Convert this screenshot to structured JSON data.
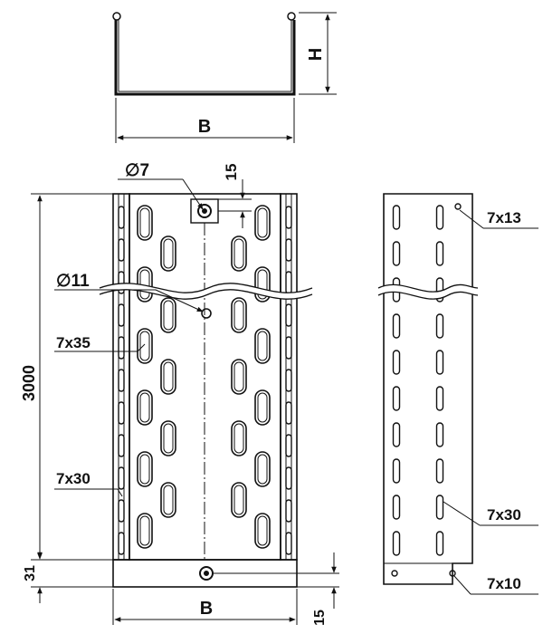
{
  "drawing": {
    "cross_section": {
      "width_label": "B",
      "height_label": "H"
    },
    "front_view": {
      "hole_diameter_top": "∅7",
      "dim_15_top": "15",
      "hole_diameter_mid": "∅11",
      "slot_large": "7x35",
      "length": "3000",
      "slot_side": "7x30",
      "bottom_offset": "31",
      "width_label": "B",
      "dim_15_bottom": "15"
    },
    "side_view": {
      "slot_top": "7x13",
      "slot_side": "7x30",
      "slot_bottom": "7x10"
    }
  }
}
